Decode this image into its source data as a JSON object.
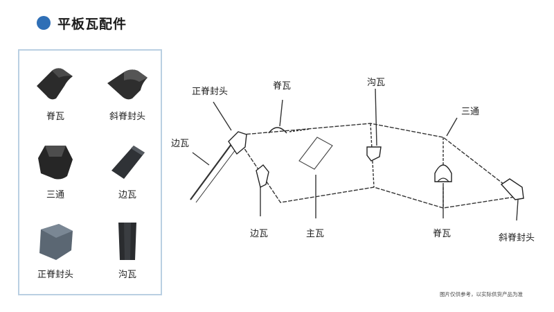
{
  "header": {
    "title": "平板瓦配件"
  },
  "parts": [
    {
      "label": "脊瓦",
      "icon": "ridge-tile-icon"
    },
    {
      "label": "斜脊封头",
      "icon": "hip-end-cap-icon"
    },
    {
      "label": "三通",
      "icon": "three-way-icon"
    },
    {
      "label": "边瓦",
      "icon": "edge-tile-icon"
    },
    {
      "label": "正脊封头",
      "icon": "ridge-end-cap-icon"
    },
    {
      "label": "沟瓦",
      "icon": "valley-tile-icon"
    }
  ],
  "diagram_labels": {
    "ridge_end_cap": "正脊封头",
    "ridge_tile_top": "脊瓦",
    "valley_tile": "沟瓦",
    "three_way": "三通",
    "edge_tile_left": "边瓦",
    "edge_tile_bottom": "边瓦",
    "main_tile": "主瓦",
    "ridge_tile_bottom": "脊瓦",
    "hip_end_cap": "斜脊封头"
  },
  "footnote": "图片仅供参考，以实际供货产品为准"
}
